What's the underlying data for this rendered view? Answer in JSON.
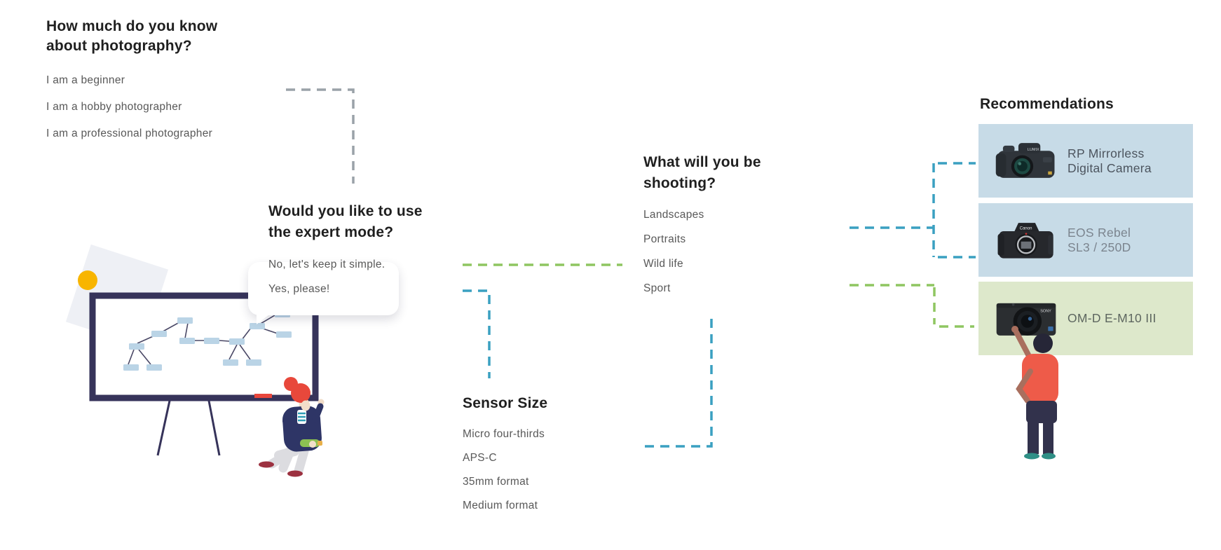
{
  "questions": [
    {
      "title_lines": [
        "How much do you know",
        "about photography?"
      ],
      "options": [
        "I am a beginner",
        "I am a hobby photographer",
        "I am a professional photographer"
      ]
    },
    {
      "title_lines": [
        "Would you like to use",
        "the expert mode?"
      ],
      "options": [
        "No, let's keep it simple.",
        "Yes, please!"
      ]
    },
    {
      "title_lines": [
        "What will you be",
        "shooting?"
      ],
      "options": [
        "Landscapes",
        "Portraits",
        "Wild life",
        "Sport"
      ]
    },
    {
      "title_lines": [
        "Sensor Size"
      ],
      "options": [
        "Micro four-thirds",
        "APS-C",
        "35mm format",
        "Medium format"
      ]
    }
  ],
  "recommendations": {
    "title": "Recommendations",
    "cards": [
      {
        "lines": [
          "RP Mirrorless",
          "Digital Camera"
        ],
        "brand": "LUMIX",
        "bg": "#c7dbe7",
        "text_color": "#4c545e"
      },
      {
        "lines": [
          "EOS Rebel",
          "SL3 / 250D"
        ],
        "brand": "Canon",
        "bg": "#c7dbe7",
        "text_color": "#7b848e"
      },
      {
        "lines": [
          "OM-D E-M10 III"
        ],
        "brand": "SONY",
        "bg": "#dde8cb",
        "text_color": "#5d665f"
      }
    ]
  },
  "colors": {
    "page_bg": "#ffffff",
    "heading": "#1f1f1f",
    "option": "#585858",
    "connector_gray": "#9aa2a8",
    "connector_teal": "#3aa0c1",
    "connector_green": "#8fc661",
    "accent_yellow": "#f8b500",
    "board_frame": "#36335a",
    "node_blue": "#bad4e6",
    "marker_red": "#e8463c",
    "presenter_hair": "#e8483b",
    "presenter_jacket": "#2e3566",
    "pointer_shirt": "#ee5b49",
    "pointer_pants": "#32324c",
    "pointer_shoes": "#2f8f86"
  }
}
